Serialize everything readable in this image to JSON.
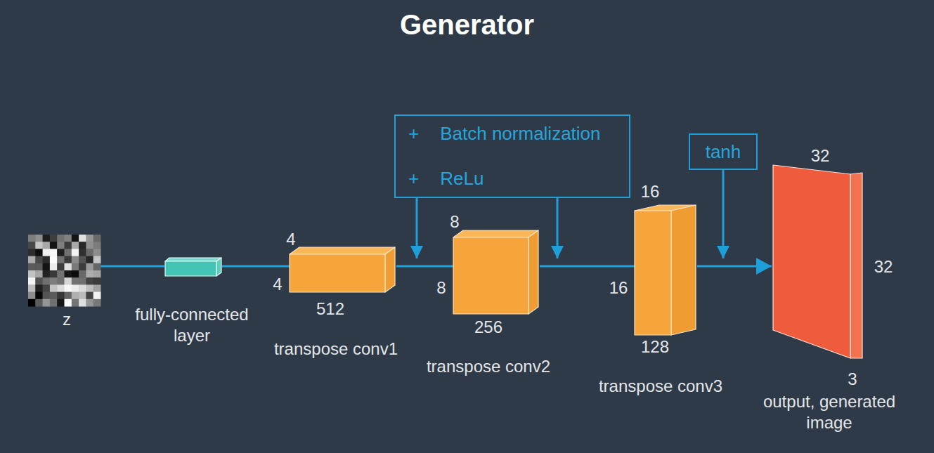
{
  "diagram": {
    "title": "Generator",
    "nodes": [
      {
        "text": [
          "z"
        ]
      },
      {
        "text": [
          "fully-connected layer"
        ]
      },
      {
        "text": [
          "4",
          "4",
          "512",
          "transpose conv1"
        ]
      },
      {
        "text": [
          "+",
          "Batch normalization",
          "+",
          "ReLu"
        ]
      },
      {
        "text": [
          "8",
          "8",
          "256",
          "transpose conv2"
        ]
      },
      {
        "text": [
          "16",
          "16",
          "128",
          "transpose conv3"
        ]
      },
      {
        "text": [
          "tanh"
        ]
      },
      {
        "text": [
          "32",
          "32",
          "3",
          "output, generated image"
        ]
      }
    ],
    "edges": [
      {
        "from": 0,
        "to": 1,
        "arrow": "none"
      },
      {
        "from": 1,
        "to": 2,
        "arrow": "none"
      },
      {
        "from": 2,
        "to": 4,
        "arrow": "none"
      },
      {
        "from": 4,
        "to": 5,
        "arrow": "none"
      },
      {
        "from": 5,
        "to": 7,
        "arrow": "to"
      }
    ]
  }
}
